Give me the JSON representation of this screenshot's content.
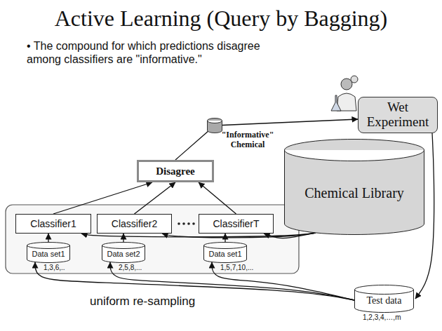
{
  "diagram": {
    "title": "Active Learning (Query by Bagging)",
    "nodes": [
      {
        "text": [
          "Disagree"
        ]
      },
      {
        "text": [
          "Classifier1"
        ]
      },
      {
        "text": [
          "Classifier2"
        ]
      },
      {
        "text": [
          "ClassifierT"
        ]
      },
      {
        "text": [
          "Data set1",
          "1,3,6,.."
        ]
      },
      {
        "text": [
          "Data set2",
          "2,5,8,..."
        ]
      },
      {
        "text": [
          "Data set1",
          "1,5,7,10,..."
        ]
      },
      {
        "text": [
          "Wet Experiment"
        ]
      },
      {
        "text": [
          "Chemical Library"
        ]
      },
      {
        "text": [
          "Test data",
          "1,2,3,4,…,m"
        ]
      },
      {
        "text": [
          "\"Informative\" Chemical"
        ]
      }
    ],
    "edges": [
      {
        "from": 1,
        "to": 0,
        "arrow": "to"
      },
      {
        "from": 2,
        "to": 0,
        "arrow": "to"
      },
      {
        "from": 3,
        "to": 0,
        "arrow": "to"
      },
      {
        "from": 0,
        "to": 7,
        "arrow": "to"
      },
      {
        "from": 7,
        "to": 9,
        "arrow": "to"
      },
      {
        "from": 8,
        "to": 1,
        "arrow": "to"
      },
      {
        "from": 8,
        "to": 2,
        "arrow": "to"
      },
      {
        "from": 8,
        "to": 3,
        "arrow": "to"
      },
      {
        "from": 4,
        "to": 1,
        "arrow": "to"
      },
      {
        "from": 5,
        "to": 2,
        "arrow": "to"
      },
      {
        "from": 6,
        "to": 3,
        "arrow": "to"
      },
      {
        "from": 9,
        "to": 4,
        "arrow": "to"
      },
      {
        "from": 9,
        "to": 5,
        "arrow": "to"
      },
      {
        "from": 9,
        "to": 6,
        "arrow": "to"
      }
    ],
    "labels": [
      "• The compound for which predictions disagree among classifiers are \"informative.\"",
      "uniform re-sampling"
    ]
  }
}
